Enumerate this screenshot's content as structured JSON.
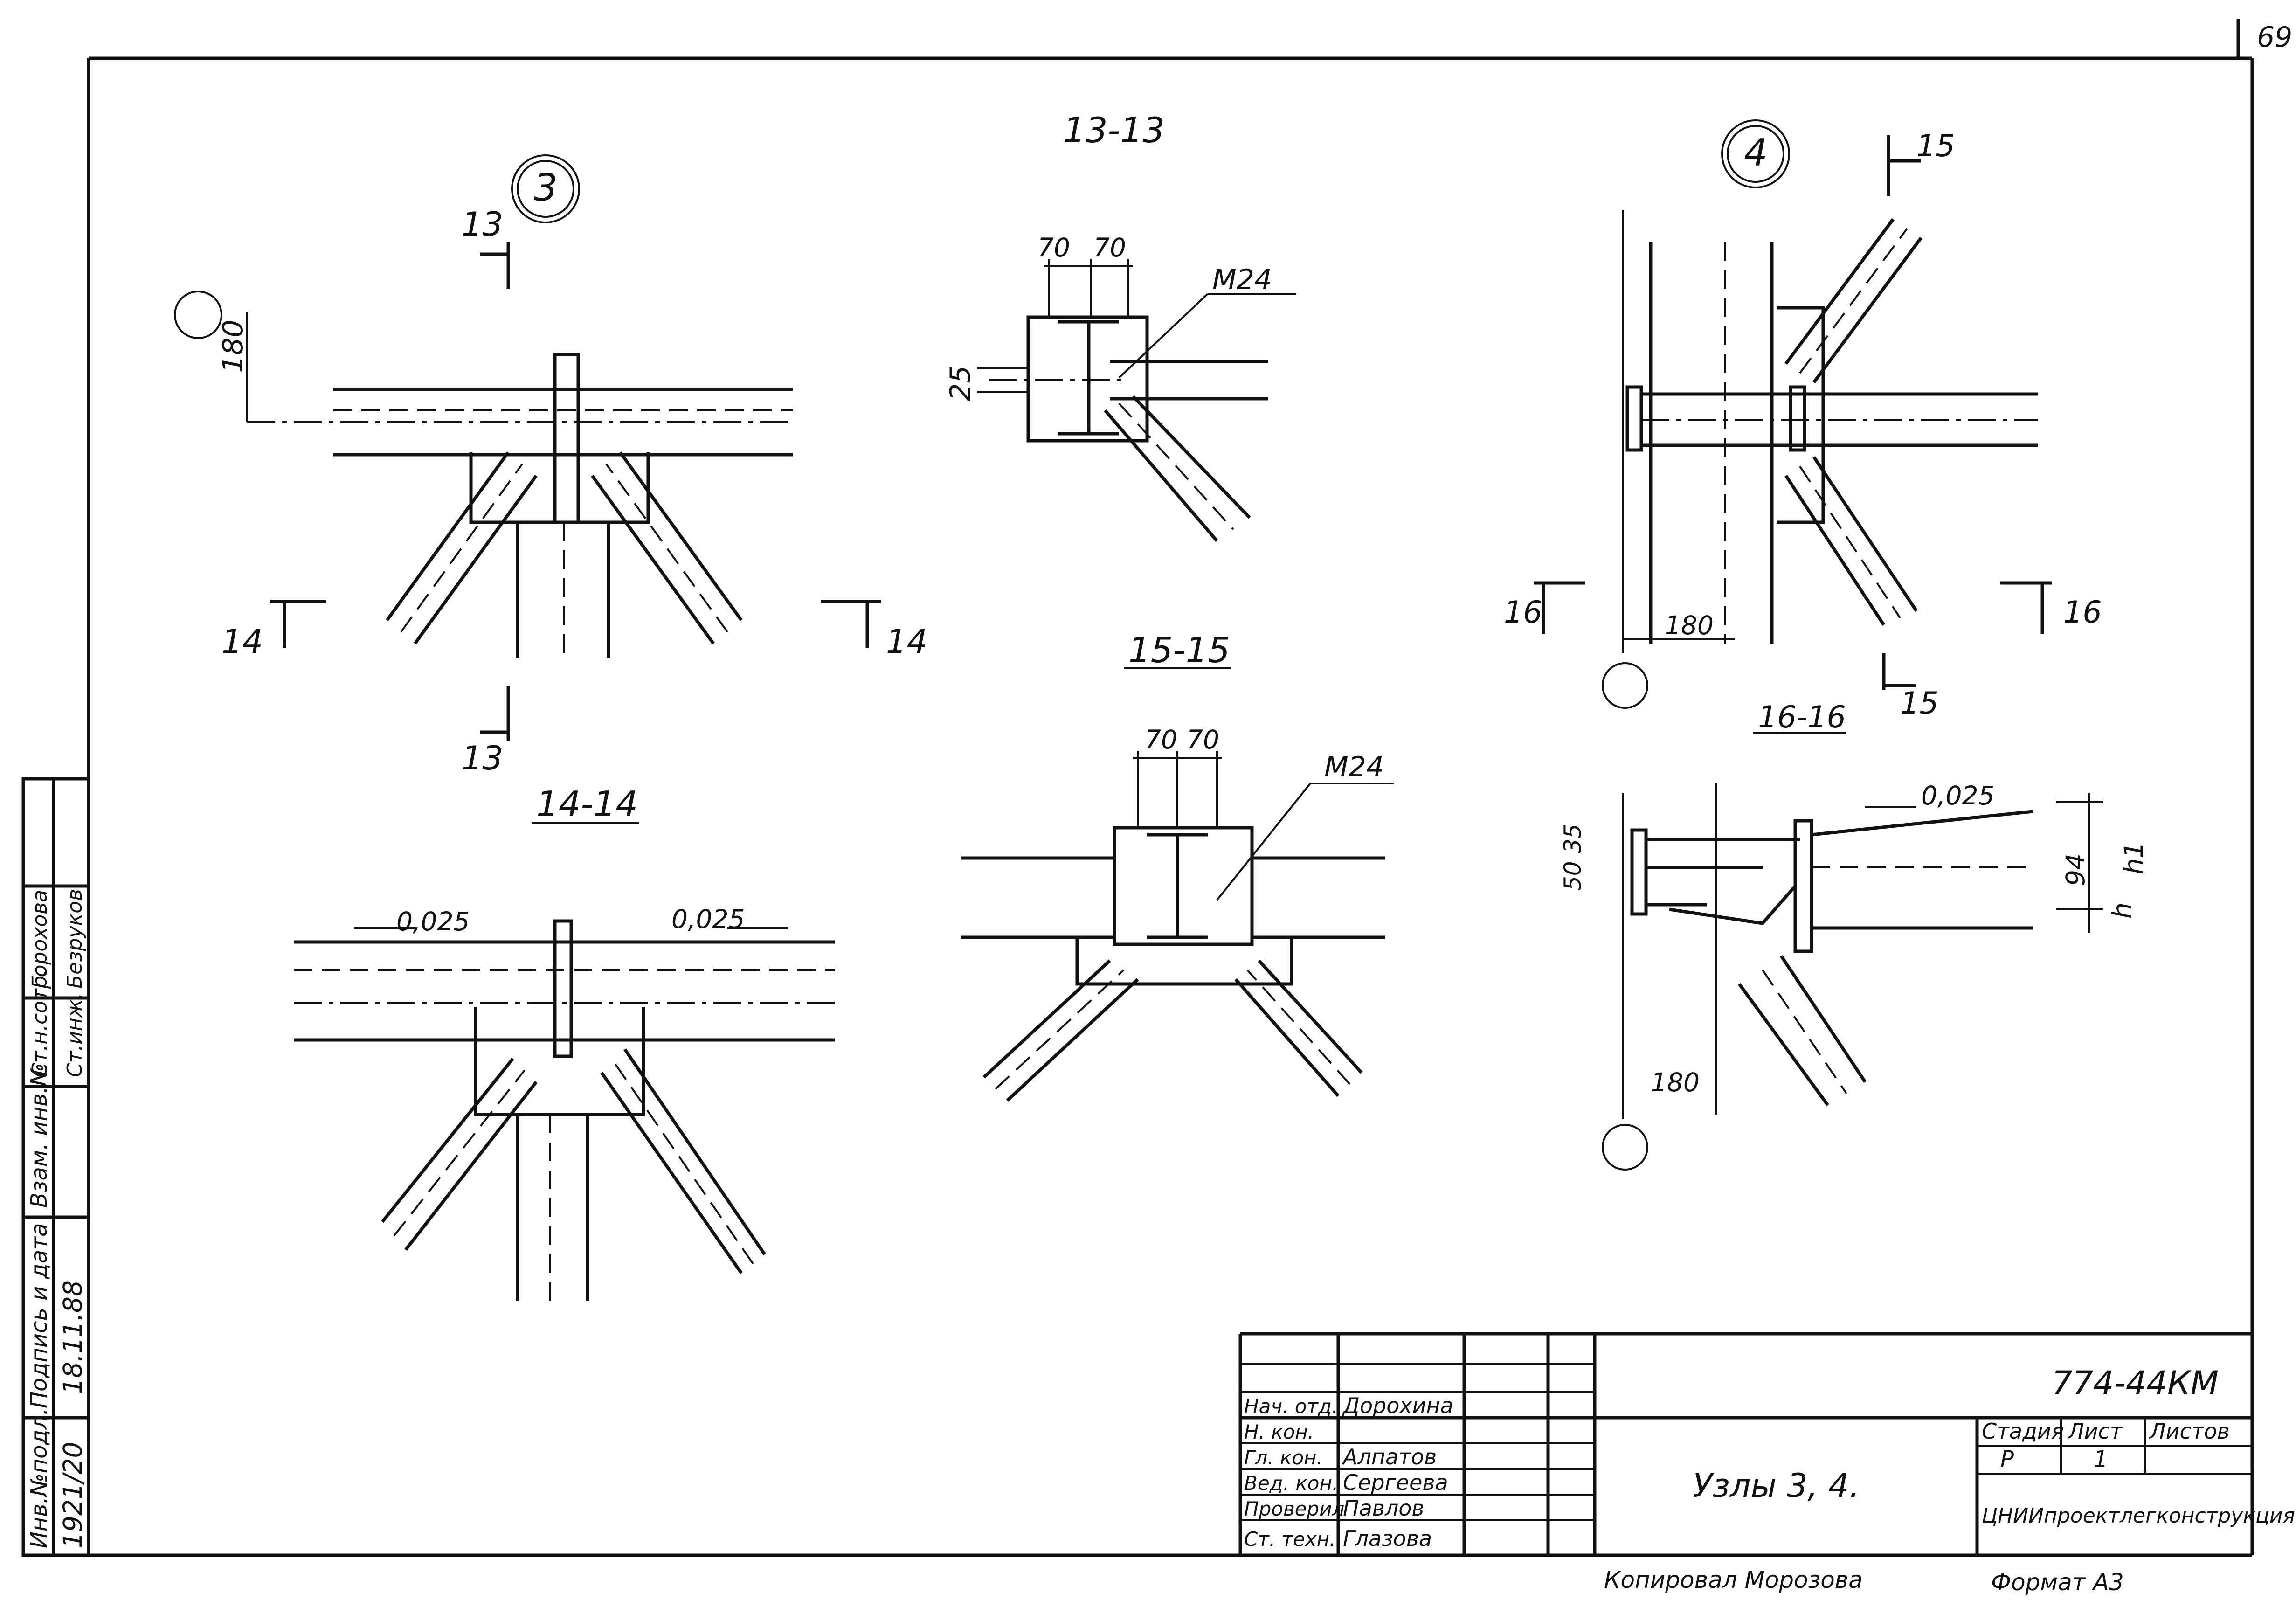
{
  "sheet": {
    "page_number": "69",
    "bottom_note_copied": "Копировал Морозова",
    "bottom_note_format": "Формат А3"
  },
  "views": {
    "node3": {
      "marker": "3",
      "cut13_top": "13",
      "cut13_bottom": "13",
      "cut14_left": "14",
      "cut14_right": "14",
      "dim180": "180"
    },
    "sec13": {
      "title": "13-13",
      "dim70a": "70",
      "dim70b": "70",
      "bolt": "М24",
      "dim25": "25"
    },
    "node4": {
      "marker": "4",
      "cut15_top": "15",
      "cut15_bottom": "15",
      "cut16_left": "16",
      "cut16_right": "16",
      "dim180": "180"
    },
    "sec14": {
      "title": "14-14",
      "slope_left": "0,025",
      "slope_right": "0,025"
    },
    "sec15": {
      "title": "15-15",
      "dim70a": "70",
      "dim70b": "70",
      "bolt": "М24"
    },
    "sec16": {
      "title": "16-16",
      "slope": "0,025",
      "dim50": "50",
      "dim35": "35",
      "dim94": "94",
      "h1": "h1",
      "h": "h",
      "dim180": "180"
    }
  },
  "side_stamp": {
    "inv_podl": "Инв.№подл.",
    "podpis": "Подпись и дата",
    "vzam": "Взам. инв.№",
    "inv_num": "1921/20",
    "date_sig": "18.11.88",
    "st_n_sotr": "Ст.н.сотр.",
    "st_n_sotr_name": "Горохова",
    "st_inzh": "Ст.инж.",
    "st_inzh_name": "Безруков"
  },
  "title_block": {
    "rows": [
      {
        "role": "Нач. отд.",
        "name": "Дорохина"
      },
      {
        "role": "Н. кон.",
        "name": ""
      },
      {
        "role": "Гл. кон.",
        "name": "Алпатов"
      },
      {
        "role": "Вед. кон.",
        "name": "Сергеева"
      },
      {
        "role": "Проверил",
        "name": "Павлов"
      },
      {
        "role": "Ст. техн.",
        "name": "Глазова"
      }
    ],
    "doc_code": "774-44КМ",
    "sheet_title": "Узлы 3, 4.",
    "stage_label": "Стадия",
    "sheet_label": "Лист",
    "sheets_label": "Листов",
    "stage_value": "Р",
    "sheet_value": "1",
    "sheets_value": "",
    "organization": "ЦНИИпроектлегконструкция"
  }
}
